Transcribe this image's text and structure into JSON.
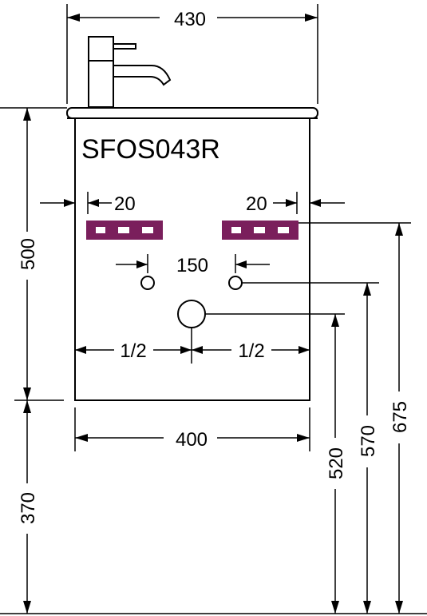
{
  "model": "SFOS043R",
  "dimensions": {
    "top_width": "430",
    "cabinet_width": "400",
    "cabinet_height": "500",
    "floor_clearance": "370",
    "side_offset_left": "20",
    "side_offset_right": "20",
    "hole_spacing": "150",
    "half_left": "1/2",
    "half_right": "1/2",
    "waste_height": "520",
    "hole_height": "570",
    "bracket_height": "675"
  },
  "colors": {
    "line": "#000000",
    "bracket": "#7a1f5c"
  }
}
